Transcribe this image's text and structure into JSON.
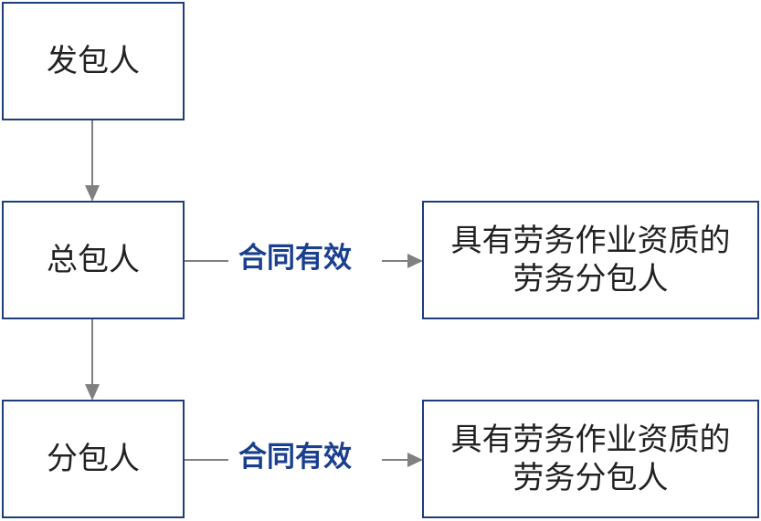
{
  "nodes": {
    "general_contractor_issuer": "发包人",
    "general_contractor": "总包人",
    "subcontractor": "分包人",
    "labor_subcontractor_top": "具有劳务作业资质的\n劳务分包人",
    "labor_subcontractor_bottom": "具有劳务作业资质的\n劳务分包人"
  },
  "edges": {
    "top_label": "合同有效",
    "bottom_label": "合同有效"
  },
  "colors": {
    "box_border": "#1f3c7a",
    "label_text": "#1a3f8f",
    "connector": "#808080",
    "node_text": "#222222"
  }
}
